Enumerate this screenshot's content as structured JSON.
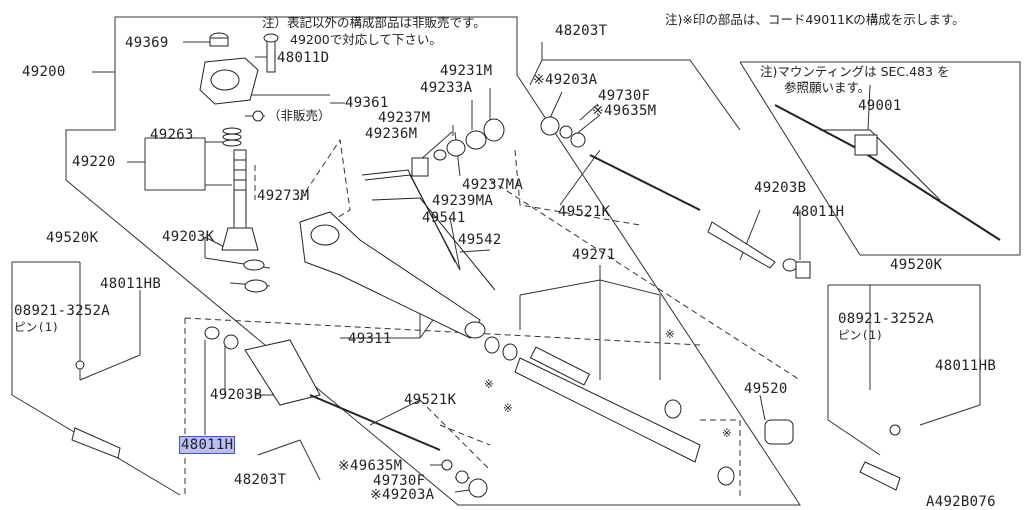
{
  "diagram_id": "A492B076",
  "highlight_color": "#b9bff0",
  "notes": {
    "top_left_1": "注）表記以外の構成部品は非販売です。",
    "top_left_2": "49200で対応して下さい。",
    "top_right": "注)※印の部品は、コード49011Kの構成を示します。",
    "mount_1": "注)マウンティングは SEC.483 を",
    "mount_2": "参照願います。",
    "not_sold": "（非販売）"
  },
  "labels": {
    "p49200": "49200",
    "p49369": "49369",
    "p48011D": "48011D",
    "p49361": "49361",
    "p49263": "49263",
    "p49220": "49220",
    "p49273M": "49273M",
    "p49203K": "49203K",
    "p49231M": "49231M",
    "p49233A": "49233A",
    "p49237M": "49237M",
    "p49236M": "49236M",
    "p49237MA": "49237MA",
    "p49239MA": "49239MA",
    "p49541": "49541",
    "p49542": "49542",
    "p49311": "49311",
    "p48203T_top": "48203T",
    "p49203A_top": "※49203A",
    "p49730F_top": "49730F",
    "p49635M_top": "※49635M",
    "p49521K_top": "49521K",
    "p49203B_top": "49203B",
    "p48011H_top": "48011H",
    "p49001": "49001",
    "p49271": "49271",
    "p49520K_left": "49520K",
    "p48011HB_left": "48011HB",
    "p08921_left": "08921-3252A",
    "pin_left": "ピン(1)",
    "p48011H_sel": "48011H",
    "p49203B_bot": "49203B",
    "p49521K_bot": "49521K",
    "p48203T_bot": "48203T",
    "p49635M_bot": "※49635M",
    "p49730F_bot": "49730F",
    "p49203A_bot": "※49203A",
    "p49520": "49520",
    "p49520K_right": "49520K",
    "p08921_right": "08921-3252A",
    "pin_right": "ピン(1)",
    "p48011HB_right": "48011HB",
    "star": "※"
  }
}
